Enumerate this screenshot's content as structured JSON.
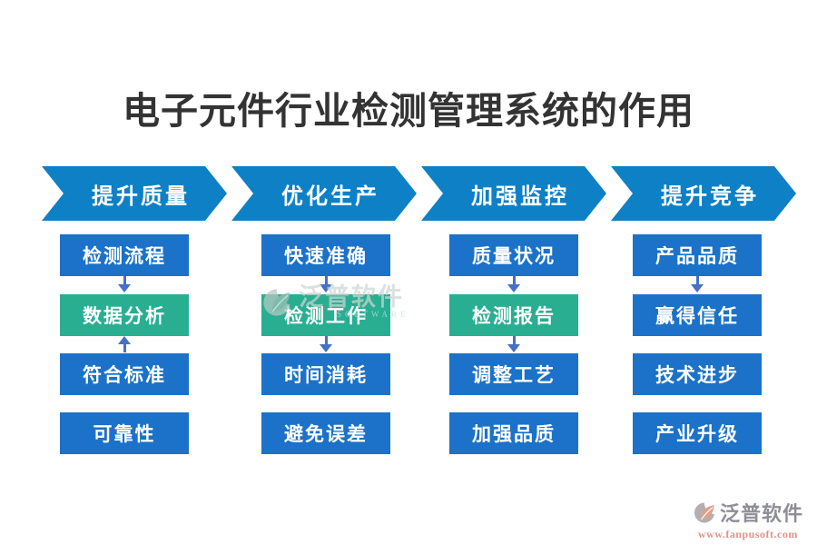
{
  "title": "电子元件行业检测管理系统的作用",
  "columns": [
    {
      "header": "提升质量",
      "boxes": [
        {
          "label": "检测流程",
          "variant": "blue"
        },
        {
          "label": "数据分析",
          "variant": "green"
        },
        {
          "label": "符合标准",
          "variant": "blue"
        },
        {
          "label": "可靠性",
          "variant": "blue"
        }
      ],
      "connectors": [
        "down",
        "up",
        "none"
      ]
    },
    {
      "header": "优化生产",
      "boxes": [
        {
          "label": "快速准确",
          "variant": "blue"
        },
        {
          "label": "检测工作",
          "variant": "green"
        },
        {
          "label": "时间消耗",
          "variant": "blue"
        },
        {
          "label": "避免误差",
          "variant": "blue"
        }
      ],
      "connectors": [
        "down",
        "down",
        "none"
      ]
    },
    {
      "header": "加强监控",
      "boxes": [
        {
          "label": "质量状况",
          "variant": "blue"
        },
        {
          "label": "检测报告",
          "variant": "green"
        },
        {
          "label": "调整工艺",
          "variant": "blue"
        },
        {
          "label": "加强品质",
          "variant": "blue"
        }
      ],
      "connectors": [
        "down",
        "down",
        "none"
      ]
    },
    {
      "header": "提升竞争",
      "boxes": [
        {
          "label": "产品品质",
          "variant": "blue"
        },
        {
          "label": "赢得信任",
          "variant": "blue"
        },
        {
          "label": "技术进步",
          "variant": "blue"
        },
        {
          "label": "产业升级",
          "variant": "blue"
        }
      ],
      "connectors": [
        "down",
        "none",
        "none"
      ]
    }
  ],
  "watermark_center": {
    "brand": "泛普软件",
    "subtitle": "SOFTWARE"
  },
  "watermark_corner": {
    "brand": "泛普软件",
    "url": "www.fanpusoft.com"
  },
  "colors": {
    "header_blue": "#0e80c6",
    "box_blue": "#1b72c8",
    "box_green": "#29ae92",
    "arrow_blue": "#4472c4",
    "title_text": "#333333",
    "watermark_gray": "#aab6bd",
    "watermark_url": "#e2938a"
  }
}
